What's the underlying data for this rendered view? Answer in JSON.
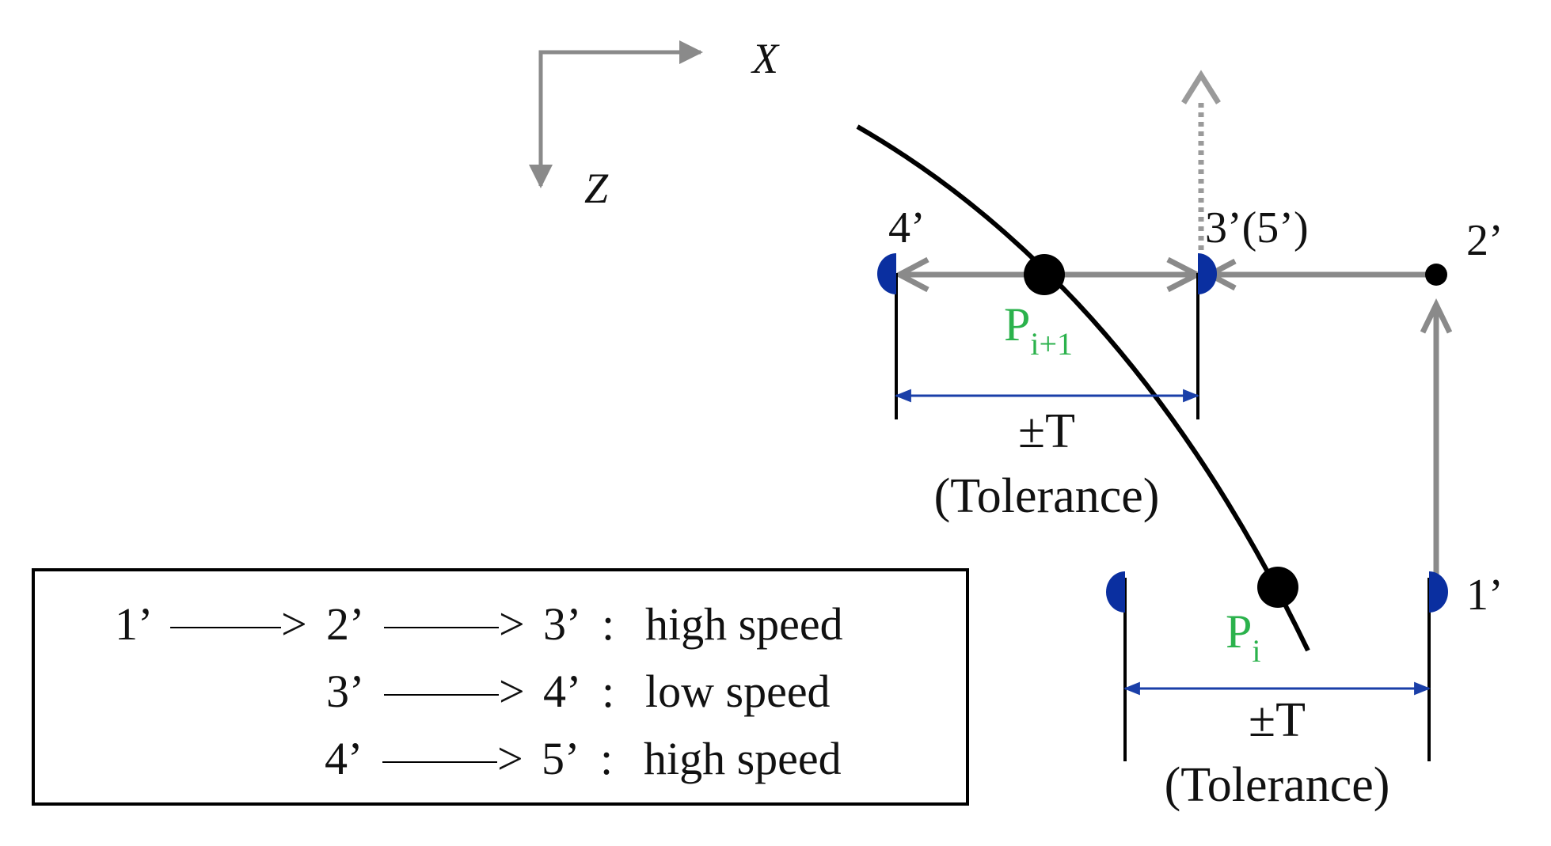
{
  "axes": {
    "x_label": "X",
    "z_label": "Z"
  },
  "points": {
    "p1": "1’",
    "p2": "2’",
    "p3": "3’(5’)",
    "p4": "4’",
    "pi_base": "P",
    "pi_sub": "i",
    "pi1_base": "P",
    "pi1_sub": "i+1"
  },
  "tolerance": {
    "symbol": "±T",
    "label": "(Tolerance)"
  },
  "legend": {
    "rows": [
      {
        "from": "1’",
        "via": "2’",
        "to": "3’",
        "separator": ":",
        "speed": "high speed"
      },
      {
        "from": "3’",
        "to": "4’",
        "separator": ":",
        "speed": "low speed"
      },
      {
        "from": "4’",
        "to": "5’",
        "separator": ":",
        "speed": "high speed"
      }
    ]
  },
  "colors": {
    "arrow_gray": "#8a8a8a",
    "tolerance_blue": "#1a3fa8",
    "marker_blue": "#0a2fa0",
    "label_green": "#2bb24c",
    "curve_black": "#000000"
  }
}
